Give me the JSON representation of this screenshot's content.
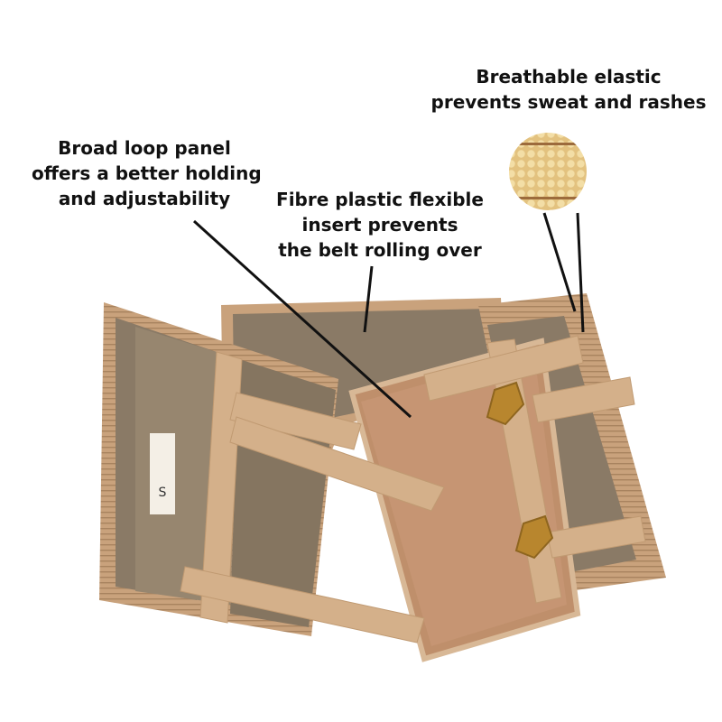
{
  "annotations": {
    "loop_panel": [
      "Broad loop  panel",
      "offers a better holding",
      "and adjustability"
    ],
    "fibre_insert": [
      "Fibre plastic flexible",
      "insert prevents",
      "the belt rolling over"
    ],
    "breathable_elastic": [
      "Breathable elastic",
      "prevents sweat  and rashes"
    ]
  },
  "product": {
    "size_tag": "S"
  },
  "colors": {
    "elastic": "#c9a27c",
    "panel": "#8a7a66",
    "loop_panel": "#bf8f6b",
    "strap": "#d4b08a",
    "buckle": "#b8862e",
    "mesh": "#efd79b"
  }
}
